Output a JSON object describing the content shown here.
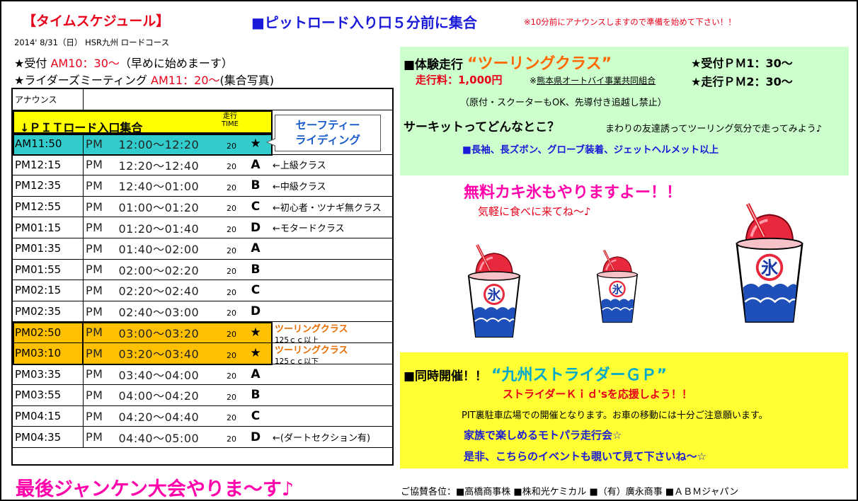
{
  "header": {
    "title": "【タイムスケジュール】",
    "pit_heading": "■ピットロード入り口５分前に集合",
    "pit_note": "※10分前にアナウンスしますので準備を始めて下さい！！",
    "date_venue": "2014' 8/31（日） HSR九州 ロードコース",
    "reception_prefix": "★受付 ",
    "reception_time": "AM10：30〜",
    "reception_suffix": "（早めに始めまーす）",
    "meeting_prefix": "★ライダーズミーティング ",
    "meeting_time": "AM11：20〜",
    "meeting_suffix": "(集合写真)"
  },
  "schedule": {
    "announce_label": "アナウンス",
    "pit_gather": "↓ＰＩＴロード入口集合",
    "run_time_label_1": "走行",
    "run_time_label_2": "TIME",
    "callout_line1": "セーフティー",
    "callout_line2": "ライディング",
    "rows": [
      {
        "announce": "AM11:50",
        "pm": "PM",
        "time": "12:00〜12:20",
        "dur": "20",
        "cls": "★",
        "note": ""
      },
      {
        "announce": "PM12:15",
        "pm": "PM",
        "time": "12:20〜12:40",
        "dur": "20",
        "cls": "A",
        "note": "←上級クラス"
      },
      {
        "announce": "PM12:35",
        "pm": "PM",
        "time": "12:40〜01:00",
        "dur": "20",
        "cls": "B",
        "note": "←中級クラス"
      },
      {
        "announce": "PM12:55",
        "pm": "PM",
        "time": "01:00〜01:20",
        "dur": "20",
        "cls": "C",
        "note": "←初心者・ツナギ無クラス"
      },
      {
        "announce": "PM01:15",
        "pm": "PM",
        "time": "01:20〜01:40",
        "dur": "20",
        "cls": "D",
        "note": "←モタードクラス"
      },
      {
        "announce": "PM01:35",
        "pm": "PM",
        "time": "01:40〜02:00",
        "dur": "20",
        "cls": "A",
        "note": ""
      },
      {
        "announce": "PM01:55",
        "pm": "PM",
        "time": "02:00〜02:20",
        "dur": "20",
        "cls": "B",
        "note": ""
      },
      {
        "announce": "PM02:15",
        "pm": "PM",
        "time": "02:20〜02:40",
        "dur": "20",
        "cls": "C",
        "note": ""
      },
      {
        "announce": "PM02:35",
        "pm": "PM",
        "time": "02:40〜03:00",
        "dur": "20",
        "cls": "D",
        "note": ""
      },
      {
        "announce": "PM02:50",
        "pm": "PM",
        "time": "03:00〜03:20",
        "dur": "20",
        "cls": "★",
        "note": "",
        "tour": "ツーリングクラス",
        "tour_sub": "125ｃｃ以上"
      },
      {
        "announce": "PM03:10",
        "pm": "PM",
        "time": "03:20〜03:40",
        "dur": "20",
        "cls": "★",
        "note": "",
        "tour": "ツーリングクラス",
        "tour_sub": "125ｃｃ以下"
      },
      {
        "announce": "PM03:35",
        "pm": "PM",
        "time": "03:40〜04:00",
        "dur": "20",
        "cls": "A",
        "note": ""
      },
      {
        "announce": "PM03:55",
        "pm": "PM",
        "time": "04:00〜04:20",
        "dur": "20",
        "cls": "B",
        "note": ""
      },
      {
        "announce": "PM04:15",
        "pm": "PM",
        "time": "04:20〜04:40",
        "dur": "20",
        "cls": "C",
        "note": ""
      },
      {
        "announce": "PM04:35",
        "pm": "PM",
        "time": "04:40〜05:00",
        "dur": "20",
        "cls": "D",
        "note": "←(ダートセクション有)"
      }
    ]
  },
  "experience": {
    "heading_prefix": "■体験走行 ",
    "heading_name": "“ツーリングクラス”",
    "reception": "★受付ＰＭ1：30〜",
    "fee": "走行料：1,000円",
    "fee_note_prefix": "※",
    "fee_note_org": "熊本県オートバイ事業共同組合",
    "run": "★走行ＰＭ2：30〜",
    "scooter_note": "（原付・スクーターもOK、先導付き追越し禁止）",
    "question": "サーキットってどんなとこ？",
    "question_note": "まわりの友達誘ってツーリング気分で走ってみよう♪",
    "equipment": "■長袖、長ズボン、グローブ装着、ジェットヘルメット以上"
  },
  "shaved_ice": {
    "headline": "無料カキ氷もやりますよー！！",
    "sub": "気軽に食べに来てね〜♪",
    "cup_char": "氷"
  },
  "strider": {
    "heading_prefix": "■同時開催！！ ",
    "heading_name": "“九州ストライダーＧＰ”",
    "cheer": "ストライダーＫｉｄ'sを応援しよう！！",
    "notice": "PIT裏駐車広場での開催となります。お車の移動には十分ご注意願います。",
    "family": "家族で楽しめるモトパラ走行会☆",
    "invite": "是非、こちらのイベントも覗いて見て下さいね〜☆"
  },
  "footer": {
    "final_event": "最後ジャンケン大会やりま〜す♪",
    "sponsors": "ご協賛各位：■高橋商事株 ■株和光ケミカル ■（有）廣永商事 ■ＡＢＭジャパン"
  },
  "colors": {
    "cyan_row": "#33cccc",
    "orange_row": "#ffc000",
    "green_panel": "#ccffcc",
    "yellow_panel": "#ffff33"
  }
}
